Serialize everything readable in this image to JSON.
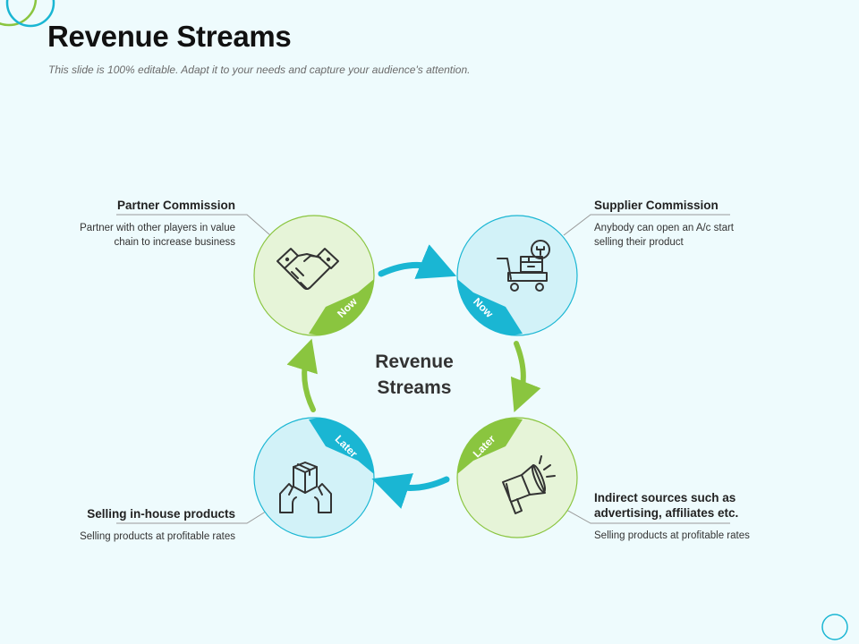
{
  "header": {
    "title": "Revenue Streams",
    "subtitle": "This slide is 100% editable. Adapt it to your needs and capture your audience's attention."
  },
  "diagram": {
    "center_label_line1": "Revenue",
    "center_label_line2": "Streams",
    "quadrants": [
      {
        "heading": "Partner Commission",
        "description": "Partner with other players in value chain to increase business",
        "badge": "Now",
        "icon": "handshake-icon"
      },
      {
        "heading": "Supplier Commission",
        "description": "Anybody can open an A/c start selling their product",
        "badge": "Now",
        "icon": "trolley-cart-icon"
      },
      {
        "heading": "Indirect sources such as advertising, affiliates etc.",
        "description": "Selling products at profitable rates",
        "badge": "Later",
        "icon": "megaphone-icon"
      },
      {
        "heading": "Selling in-house products",
        "description": "Selling products at profitable rates",
        "badge": "Later",
        "icon": "box-in-hands-icon"
      }
    ]
  },
  "colors": {
    "green": "#8ac53f",
    "green_light": "#e6f4d8",
    "blue": "#1ab6d3",
    "blue_light": "#d2f2f8",
    "background": "#eefbfd"
  }
}
